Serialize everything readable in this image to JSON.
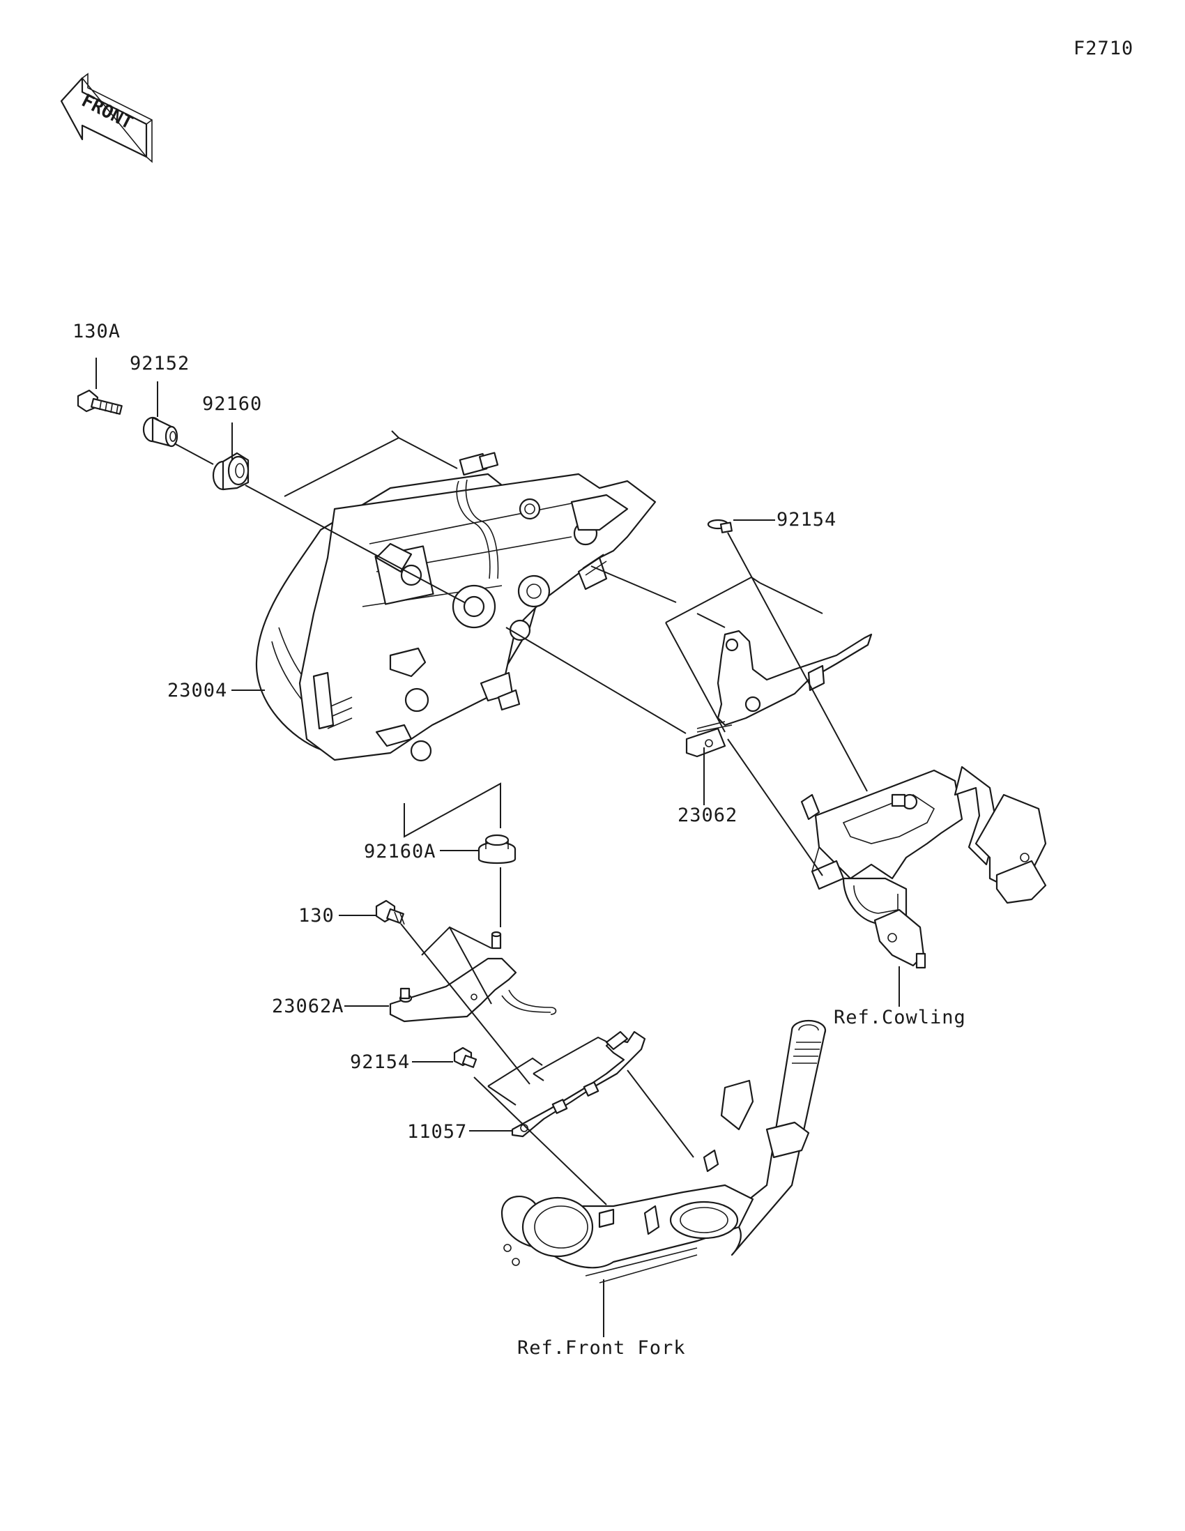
{
  "figure_code": "F2710",
  "front_arrow_text": "FRONT",
  "parts": [
    {
      "id": "130A",
      "label": "130A"
    },
    {
      "id": "92152",
      "label": "92152"
    },
    {
      "id": "92160",
      "label": "92160"
    },
    {
      "id": "92154-top",
      "label": "92154"
    },
    {
      "id": "23004",
      "label": "23004"
    },
    {
      "id": "23062",
      "label": "23062"
    },
    {
      "id": "92160A",
      "label": "92160A"
    },
    {
      "id": "130",
      "label": "130"
    },
    {
      "id": "23062A",
      "label": "23062A"
    },
    {
      "id": "92154-bottom",
      "label": "92154"
    },
    {
      "id": "11057",
      "label": "11057"
    }
  ],
  "references": [
    {
      "id": "cowling",
      "label": "Ref.Cowling"
    },
    {
      "id": "front-fork",
      "label": "Ref.Front Fork"
    }
  ]
}
